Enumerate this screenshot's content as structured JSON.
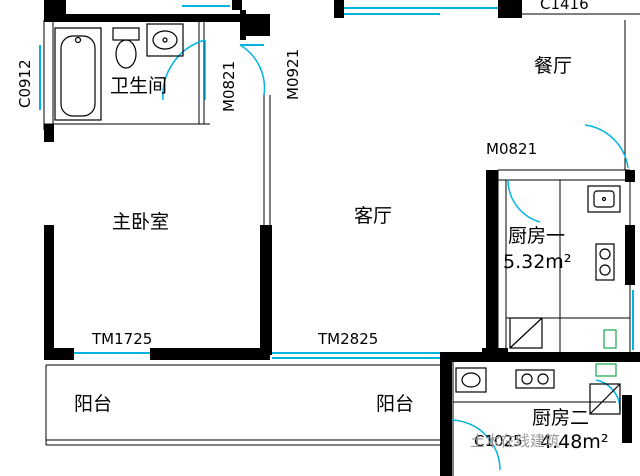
{
  "rooms": {
    "bathroom": "卫生间",
    "master_bedroom": "主卧室",
    "living_room": "客厅",
    "dining_room": "餐厅",
    "kitchen_1": "厨房一",
    "kitchen_1_area": "5.32m²",
    "kitchen_2": "厨房二",
    "kitchen_2_area": "4.48m²",
    "balcony_left": "阳台",
    "balcony_right": "阳台"
  },
  "codes": {
    "window_c0912": "C0912",
    "door_m0821_bath": "M0821",
    "door_m0921": "M0921",
    "door_m0821_kitchen": "M0821",
    "window_c1416": "C1416",
    "door_tm1725": "TM1725",
    "door_tm2825": "TM2825",
    "window_c1025": "C1025"
  },
  "watermark": "土木在线建筑",
  "colors": {
    "wall": "#000000",
    "door_swing": "#00b4e0",
    "window": "#00b4e0",
    "line": "#000000",
    "fixture_green": "#18a84a"
  }
}
